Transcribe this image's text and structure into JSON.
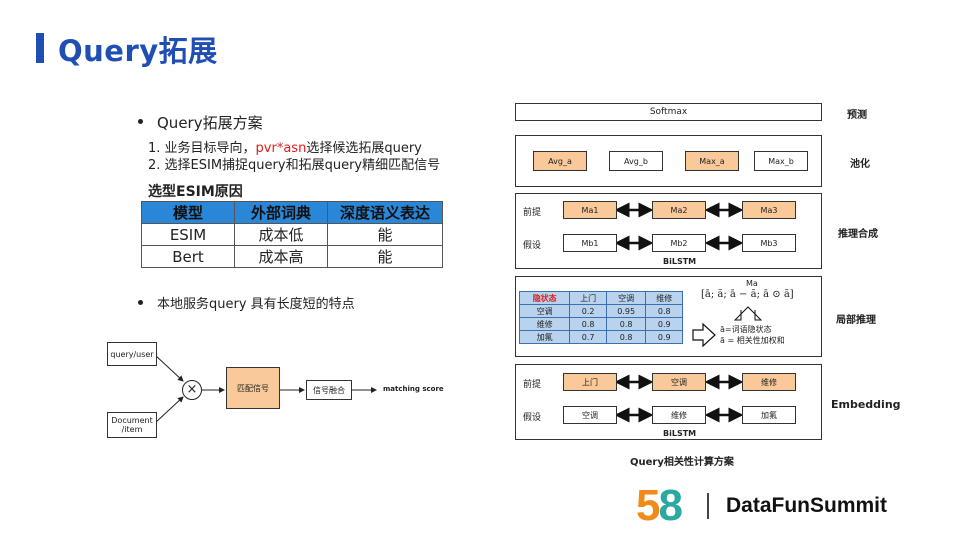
{
  "title": "Query拓展",
  "left": {
    "bullet1": "Query拓展方案",
    "item1_prefix": "1.   业务目标导向，",
    "item1_red": "pvr*asn",
    "item1_suffix": "选择候选拓展query",
    "item2": "2.   选择ESIM捕捉query和拓展query精细匹配信号",
    "table_title": "选型ESIM原因",
    "table": {
      "headers": [
        "模型",
        "外部词典",
        "深度语义表达"
      ],
      "rows": [
        [
          "ESIM",
          "成本低",
          "能"
        ],
        [
          "Bert",
          "成本高",
          "能"
        ]
      ]
    },
    "bullet2": "本地服务query 具有长度短的特点"
  },
  "small_diagram": {
    "input1": "query/user",
    "input2": "Document\n/item",
    "op": "×",
    "match": "匹配信号",
    "fusion": "信号融合",
    "output": "matching score"
  },
  "esim": {
    "caption": "Query相关性计算方案",
    "softmax": "Softmax",
    "pool": [
      "Avg_a",
      "Avg_b",
      "Max_a",
      "Max_b"
    ],
    "infer_premise_label": "前提",
    "infer_hyp_label": "假设",
    "infer_premise": [
      "Ma1",
      "Ma2",
      "Ma3"
    ],
    "infer_hyp": [
      "Mb1",
      "Mb2",
      "Mb3"
    ],
    "bilstm": "BiLSTM",
    "local": {
      "ma": "Ma",
      "formula": "[ā; ã; ā − ã; ā ⊙ ã]",
      "legend1": "ā=词语隐状态",
      "legend2": "ã = 相关性加权和",
      "corner": "隐状态",
      "cols": [
        "上门",
        "空调",
        "维修"
      ],
      "rows": [
        [
          "空调",
          "0.2",
          "0.95",
          "0.8"
        ],
        [
          "维修",
          "0.8",
          "0.8",
          "0.9"
        ],
        [
          "加氟",
          "0.7",
          "0.8",
          "0.9"
        ]
      ]
    },
    "embed_premise": [
      "上门",
      "空调",
      "维修"
    ],
    "embed_hyp": [
      "空调",
      "维修",
      "加氟"
    ],
    "labels": {
      "predict": "预测",
      "pool": "池化",
      "infer": "推理合成",
      "local": "局部推理",
      "embed": "Embedding"
    }
  },
  "brand": {
    "logo_num": "58",
    "name": "DataFunSummit"
  }
}
